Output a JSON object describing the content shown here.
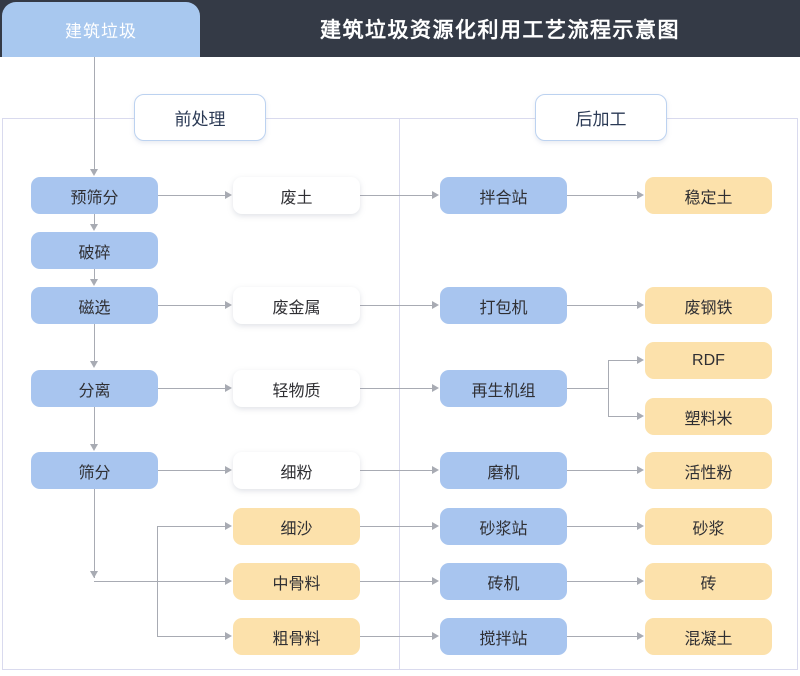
{
  "header": {
    "tab_label": "建筑垃圾",
    "title": "建筑垃圾资源化利用工艺流程示意图",
    "tab_color": "#a8c8ef",
    "bar_color": "#343a46"
  },
  "sections": {
    "pre_label": "前处理",
    "post_label": "后加工"
  },
  "palette": {
    "blue": "#a8c5ef",
    "yellow": "#fce1ab",
    "white": "#ffffff",
    "line": "#a8abb3",
    "border": "#d9daee"
  },
  "columns": {
    "process": [
      {
        "label": "预筛分"
      },
      {
        "label": "破碎"
      },
      {
        "label": "磁选"
      },
      {
        "label": "分离"
      },
      {
        "label": "筛分"
      }
    ],
    "materials": [
      {
        "label": "废土",
        "style": "white"
      },
      {
        "label": "废金属",
        "style": "white"
      },
      {
        "label": "轻物质",
        "style": "white"
      },
      {
        "label": "细粉",
        "style": "white"
      },
      {
        "label": "细沙",
        "style": "yellow"
      },
      {
        "label": "中骨料",
        "style": "yellow"
      },
      {
        "label": "粗骨料",
        "style": "yellow"
      }
    ],
    "equipment": [
      {
        "label": "拌合站"
      },
      {
        "label": "打包机"
      },
      {
        "label": "再生机组"
      },
      {
        "label": "磨机"
      },
      {
        "label": "砂浆站"
      },
      {
        "label": "砖机"
      },
      {
        "label": "搅拌站"
      }
    ],
    "products": [
      {
        "label": "稳定土"
      },
      {
        "label": "废钢铁"
      },
      {
        "label": "RDF"
      },
      {
        "label": "塑料米"
      },
      {
        "label": "活性粉"
      },
      {
        "label": "砂浆"
      },
      {
        "label": "砖"
      },
      {
        "label": "混凝土"
      }
    ]
  }
}
